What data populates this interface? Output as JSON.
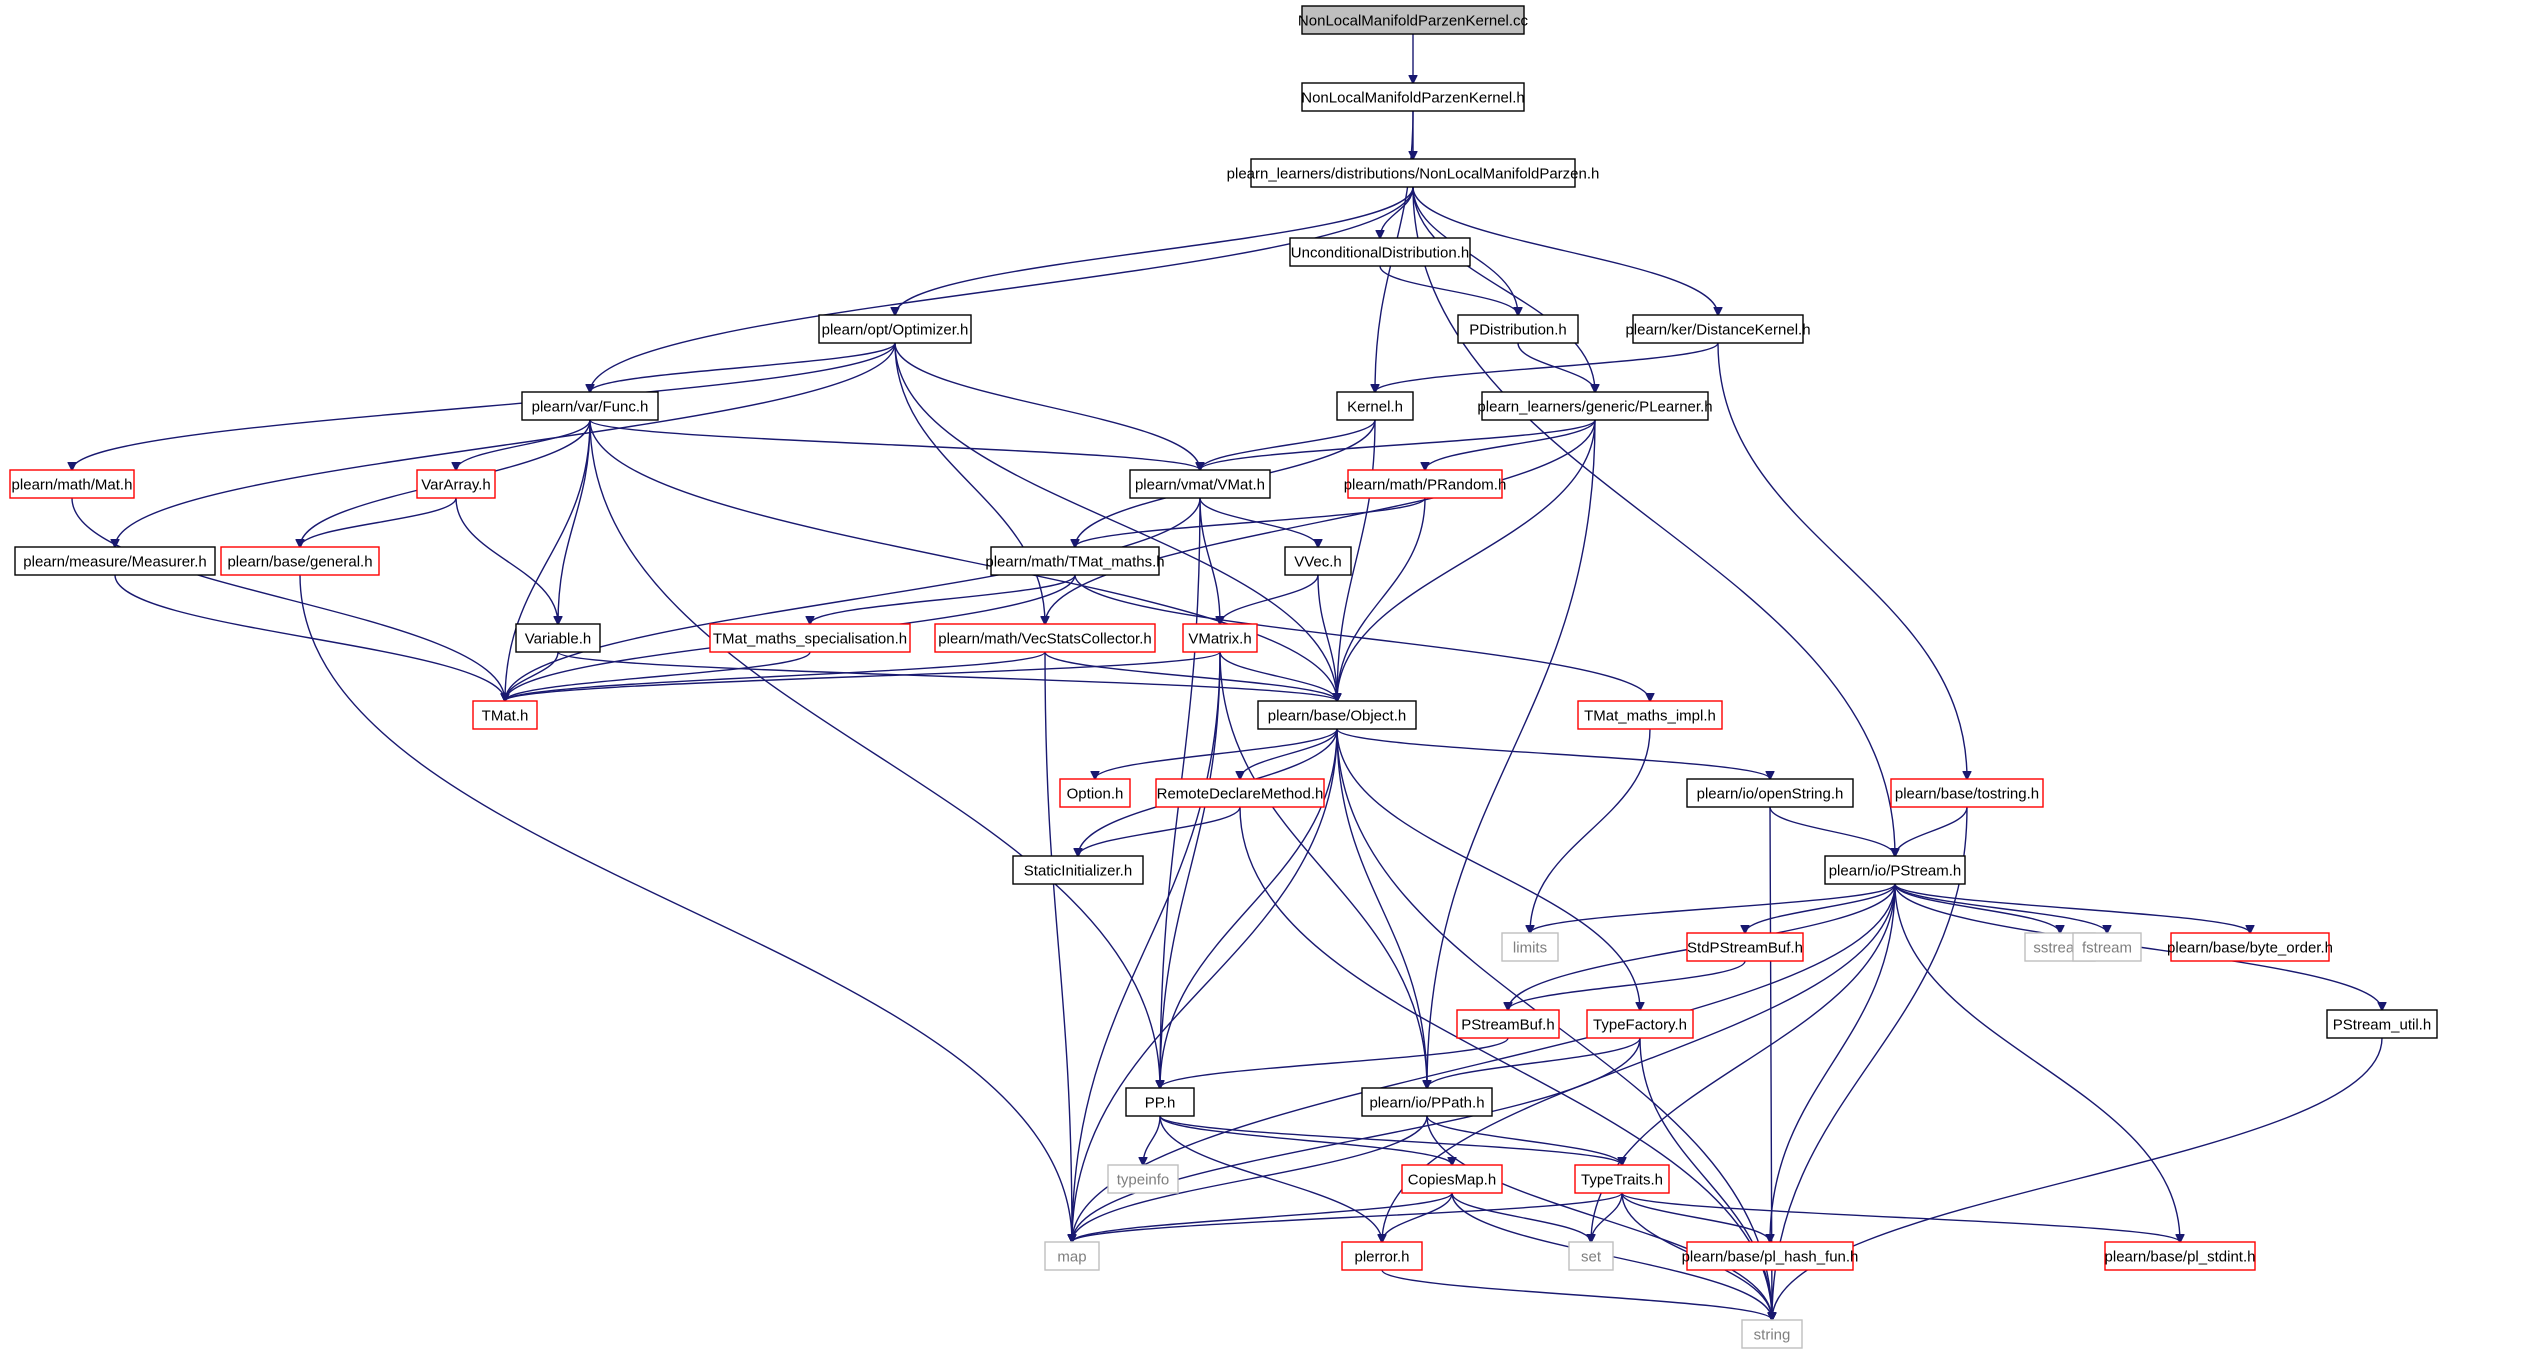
{
  "colors": {
    "edge": "#191970",
    "root_fill": "#bfbfbf",
    "documented_border": "#000000",
    "truncated_border": "#ff0000",
    "external_border": "#bfbfbf",
    "external_text": "#7f7f7f",
    "text": "#000000",
    "background": "#ffffff"
  },
  "nodes": [
    {
      "id": "root",
      "label": "NonLocalManifoldParzenKernel.cc",
      "kind": "root"
    },
    {
      "id": "nlmpk_h",
      "label": "NonLocalManifoldParzenKernel.h",
      "kind": "normal"
    },
    {
      "id": "nlmp_h",
      "label": "plearn_learners/distributions/NonLocalManifoldParzen.h",
      "kind": "normal"
    },
    {
      "id": "uncond",
      "label": "UnconditionalDistribution.h",
      "kind": "normal"
    },
    {
      "id": "optimizer",
      "label": "plearn/opt/Optimizer.h",
      "kind": "normal"
    },
    {
      "id": "pdist",
      "label": "PDistribution.h",
      "kind": "normal"
    },
    {
      "id": "distkernel",
      "label": "plearn/ker/DistanceKernel.h",
      "kind": "normal"
    },
    {
      "id": "func",
      "label": "plearn/var/Func.h",
      "kind": "normal"
    },
    {
      "id": "kernel",
      "label": "Kernel.h",
      "kind": "normal"
    },
    {
      "id": "plearner",
      "label": "plearn_learners/generic/PLearner.h",
      "kind": "normal"
    },
    {
      "id": "mat",
      "label": "plearn/math/Mat.h",
      "kind": "truncated"
    },
    {
      "id": "vararray",
      "label": "VarArray.h",
      "kind": "truncated"
    },
    {
      "id": "vmat",
      "label": "plearn/vmat/VMat.h",
      "kind": "normal"
    },
    {
      "id": "prandom",
      "label": "plearn/math/PRandom.h",
      "kind": "truncated"
    },
    {
      "id": "measurer",
      "label": "plearn/measure/Measurer.h",
      "kind": "normal"
    },
    {
      "id": "general",
      "label": "plearn/base/general.h",
      "kind": "truncated"
    },
    {
      "id": "tmatmaths",
      "label": "plearn/math/TMat_maths.h",
      "kind": "normal"
    },
    {
      "id": "vvec",
      "label": "VVec.h",
      "kind": "normal"
    },
    {
      "id": "variable",
      "label": "Variable.h",
      "kind": "normal"
    },
    {
      "id": "tmatspec",
      "label": "TMat_maths_specialisation.h",
      "kind": "truncated"
    },
    {
      "id": "vecstats",
      "label": "plearn/math/VecStatsCollector.h",
      "kind": "truncated"
    },
    {
      "id": "vmatrix",
      "label": "VMatrix.h",
      "kind": "truncated"
    },
    {
      "id": "tmat",
      "label": "TMat.h",
      "kind": "truncated"
    },
    {
      "id": "object",
      "label": "plearn/base/Object.h",
      "kind": "normal"
    },
    {
      "id": "tmatimpl",
      "label": "TMat_maths_impl.h",
      "kind": "truncated"
    },
    {
      "id": "option",
      "label": "Option.h",
      "kind": "truncated"
    },
    {
      "id": "remotedecl",
      "label": "RemoteDeclareMethod.h",
      "kind": "truncated"
    },
    {
      "id": "openstring",
      "label": "plearn/io/openString.h",
      "kind": "normal"
    },
    {
      "id": "tostring",
      "label": "plearn/base/tostring.h",
      "kind": "truncated"
    },
    {
      "id": "staticinit",
      "label": "StaticInitializer.h",
      "kind": "normal"
    },
    {
      "id": "pstream",
      "label": "plearn/io/PStream.h",
      "kind": "normal"
    },
    {
      "id": "limits",
      "label": "limits",
      "kind": "external"
    },
    {
      "id": "stdpstreambuf",
      "label": "StdPStreamBuf.h",
      "kind": "truncated"
    },
    {
      "id": "sstream",
      "label": "sstream",
      "kind": "external"
    },
    {
      "id": "fstream",
      "label": "fstream",
      "kind": "external"
    },
    {
      "id": "byteorder",
      "label": "plearn/base/byte_order.h",
      "kind": "truncated"
    },
    {
      "id": "pstreambuf",
      "label": "PStreamBuf.h",
      "kind": "truncated"
    },
    {
      "id": "typefactory",
      "label": "TypeFactory.h",
      "kind": "truncated"
    },
    {
      "id": "pstreamutil",
      "label": "PStream_util.h",
      "kind": "normal"
    },
    {
      "id": "pp",
      "label": "PP.h",
      "kind": "normal"
    },
    {
      "id": "ppath",
      "label": "plearn/io/PPath.h",
      "kind": "normal"
    },
    {
      "id": "typeinfo",
      "label": "typeinfo",
      "kind": "external"
    },
    {
      "id": "copiesmap",
      "label": "CopiesMap.h",
      "kind": "truncated"
    },
    {
      "id": "typetraits",
      "label": "TypeTraits.h",
      "kind": "truncated"
    },
    {
      "id": "map",
      "label": "map",
      "kind": "external"
    },
    {
      "id": "plerror",
      "label": "plerror.h",
      "kind": "truncated"
    },
    {
      "id": "set",
      "label": "set",
      "kind": "external"
    },
    {
      "id": "hashfun",
      "label": "plearn/base/pl_hash_fun.h",
      "kind": "truncated"
    },
    {
      "id": "stdint",
      "label": "plearn/base/pl_stdint.h",
      "kind": "truncated"
    },
    {
      "id": "string",
      "label": "string",
      "kind": "external"
    }
  ],
  "edges": [
    [
      "root",
      "nlmpk_h"
    ],
    [
      "nlmpk_h",
      "nlmp_h"
    ],
    [
      "nlmpk_h",
      "kernel"
    ],
    [
      "nlmp_h",
      "uncond"
    ],
    [
      "nlmp_h",
      "optimizer"
    ],
    [
      "nlmp_h",
      "func"
    ],
    [
      "nlmp_h",
      "pdist"
    ],
    [
      "nlmp_h",
      "distkernel"
    ],
    [
      "nlmp_h",
      "plearner"
    ],
    [
      "nlmp_h",
      "pstream"
    ],
    [
      "uncond",
      "pdist"
    ],
    [
      "pdist",
      "plearner"
    ],
    [
      "optimizer",
      "func"
    ],
    [
      "optimizer",
      "mat"
    ],
    [
      "optimizer",
      "measurer"
    ],
    [
      "optimizer",
      "vmat"
    ],
    [
      "optimizer",
      "vecstats"
    ],
    [
      "optimizer",
      "object"
    ],
    [
      "distkernel",
      "kernel"
    ],
    [
      "distkernel",
      "tostring"
    ],
    [
      "kernel",
      "vmat"
    ],
    [
      "kernel",
      "tmatmaths"
    ],
    [
      "kernel",
      "object"
    ],
    [
      "plearner",
      "vmat"
    ],
    [
      "plearner",
      "prandom"
    ],
    [
      "plearner",
      "vecstats"
    ],
    [
      "plearner",
      "object"
    ],
    [
      "plearner",
      "ppath"
    ],
    [
      "func",
      "general"
    ],
    [
      "func",
      "vararray"
    ],
    [
      "func",
      "variable"
    ],
    [
      "func",
      "tmat"
    ],
    [
      "func",
      "vmat"
    ],
    [
      "func",
      "object"
    ],
    [
      "func",
      "pp"
    ],
    [
      "mat",
      "tmat"
    ],
    [
      "vararray",
      "general"
    ],
    [
      "vararray",
      "variable"
    ],
    [
      "measurer",
      "tmat"
    ],
    [
      "vmat",
      "tmat"
    ],
    [
      "vmat",
      "vvec"
    ],
    [
      "vmat",
      "vmatrix"
    ],
    [
      "vmat",
      "pp"
    ],
    [
      "prandom",
      "tmatmaths"
    ],
    [
      "prandom",
      "object"
    ],
    [
      "general",
      "map"
    ],
    [
      "tmatmaths",
      "tmatspec"
    ],
    [
      "tmatmaths",
      "tmatimpl"
    ],
    [
      "tmatmaths",
      "tmat"
    ],
    [
      "tmatspec",
      "tmat"
    ],
    [
      "vvec",
      "vmatrix"
    ],
    [
      "vvec",
      "object"
    ],
    [
      "variable",
      "tmat"
    ],
    [
      "variable",
      "object"
    ],
    [
      "vecstats",
      "tmat"
    ],
    [
      "vecstats",
      "object"
    ],
    [
      "vecstats",
      "map"
    ],
    [
      "vmatrix",
      "tmat"
    ],
    [
      "vmatrix",
      "object"
    ],
    [
      "vmatrix",
      "map"
    ],
    [
      "vmatrix",
      "pp"
    ],
    [
      "vmatrix",
      "ppath"
    ],
    [
      "tmatimpl",
      "limits"
    ],
    [
      "object",
      "option"
    ],
    [
      "object",
      "remotedecl"
    ],
    [
      "object",
      "staticinit"
    ],
    [
      "object",
      "openstring"
    ],
    [
      "object",
      "typefactory"
    ],
    [
      "object",
      "pp"
    ],
    [
      "object",
      "ppath"
    ],
    [
      "object",
      "map"
    ],
    [
      "object",
      "string"
    ],
    [
      "remotedecl",
      "staticinit"
    ],
    [
      "remotedecl",
      "string"
    ],
    [
      "openstring",
      "pstream"
    ],
    [
      "openstring",
      "string"
    ],
    [
      "tostring",
      "pstream"
    ],
    [
      "tostring",
      "string"
    ],
    [
      "pstream",
      "limits"
    ],
    [
      "pstream",
      "stdpstreambuf"
    ],
    [
      "pstream",
      "sstream"
    ],
    [
      "pstream",
      "fstream"
    ],
    [
      "pstream",
      "byteorder"
    ],
    [
      "pstream",
      "pstreambuf"
    ],
    [
      "pstream",
      "pstreamutil"
    ],
    [
      "pstream",
      "plerror"
    ],
    [
      "pstream",
      "set"
    ],
    [
      "pstream",
      "hashfun"
    ],
    [
      "pstream",
      "stdint"
    ],
    [
      "pstream",
      "map"
    ],
    [
      "stdpstreambuf",
      "pstreambuf"
    ],
    [
      "pstreambuf",
      "pp"
    ],
    [
      "typefactory",
      "ppath"
    ],
    [
      "typefactory",
      "map"
    ],
    [
      "typefactory",
      "string"
    ],
    [
      "pstreamutil",
      "string"
    ],
    [
      "pp",
      "typeinfo"
    ],
    [
      "pp",
      "copiesmap"
    ],
    [
      "pp",
      "typetraits"
    ],
    [
      "pp",
      "plerror"
    ],
    [
      "ppath",
      "typetraits"
    ],
    [
      "ppath",
      "map"
    ],
    [
      "ppath",
      "string"
    ],
    [
      "copiesmap",
      "map"
    ],
    [
      "copiesmap",
      "plerror"
    ],
    [
      "copiesmap",
      "set"
    ],
    [
      "copiesmap",
      "string"
    ],
    [
      "typetraits",
      "map"
    ],
    [
      "typetraits",
      "set"
    ],
    [
      "typetraits",
      "string"
    ],
    [
      "typetraits",
      "hashfun"
    ],
    [
      "typetraits",
      "stdint"
    ],
    [
      "plerror",
      "string"
    ]
  ]
}
